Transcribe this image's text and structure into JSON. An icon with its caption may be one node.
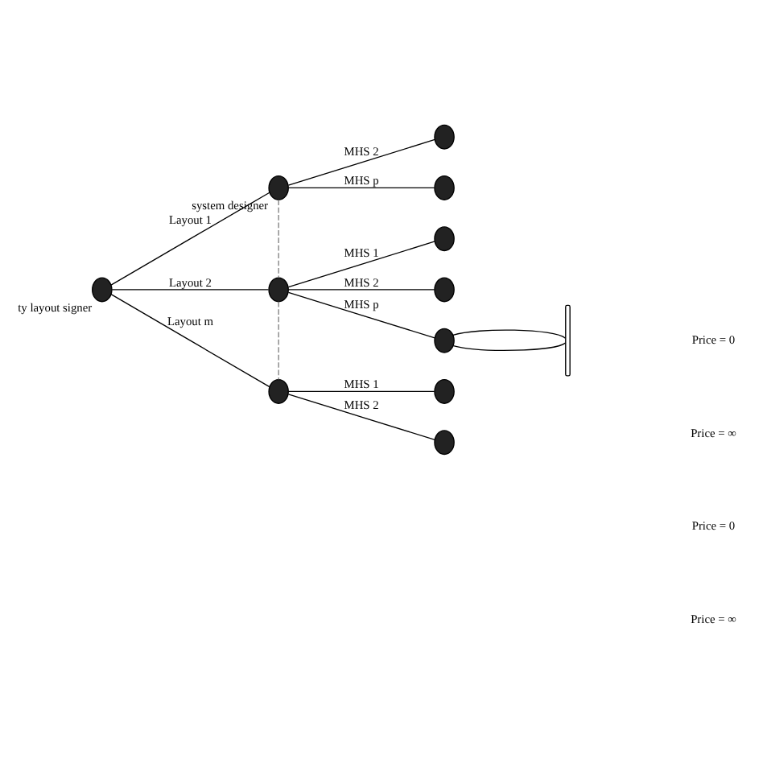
{
  "diagram": {
    "nodes": [
      {
        "text": [],
        "shape": "circle",
        "beside": [
          "ty layout signer"
        ]
      },
      {
        "text": [],
        "shape": "circle",
        "beside": [
          "system designer"
        ]
      },
      {
        "text": [],
        "shape": "circle"
      },
      {
        "text": [],
        "shape": "circle"
      },
      {
        "text": [],
        "shape": "circle"
      },
      {
        "text": [],
        "shape": "circle"
      },
      {
        "text": [],
        "shape": "circle"
      },
      {
        "text": [],
        "shape": "circle"
      },
      {
        "text": [],
        "shape": "circle"
      },
      {
        "text": [],
        "shape": "circle"
      },
      {
        "text": [],
        "shape": "circle"
      },
      {
        "text": [],
        "shape": "arc"
      }
    ],
    "edges": [
      {
        "from": 0,
        "to": 1,
        "arrow": "none",
        "label": "Layout 1"
      },
      {
        "from": 0,
        "to": 2,
        "arrow": "none",
        "label": "Layout 2"
      },
      {
        "from": 0,
        "to": 3,
        "arrow": "none",
        "label": "Layout m"
      },
      {
        "from": 1,
        "to": 2,
        "arrow": "none",
        "style": "dashed",
        "color": "#808080"
      },
      {
        "from": 2,
        "to": 3,
        "arrow": "none",
        "style": "dashed",
        "color": "#808080"
      },
      {
        "from": 1,
        "to": 4,
        "arrow": "none",
        "label": "MHS 2"
      },
      {
        "from": 1,
        "to": 5,
        "arrow": "none",
        "label": "MHS p"
      },
      {
        "from": 2,
        "to": 6,
        "arrow": "none",
        "label": "MHS 1"
      },
      {
        "from": 2,
        "to": 7,
        "arrow": "none",
        "label": "MHS 2"
      },
      {
        "from": 2,
        "to": 8,
        "arrow": "none",
        "label": "MHS p"
      },
      {
        "from": 3,
        "to": 9,
        "arrow": "none",
        "label": "MHS 1"
      },
      {
        "from": 3,
        "to": 10,
        "arrow": "none",
        "label": "MHS 2"
      },
      {
        "from": 8,
        "to": 11,
        "arrow": "none"
      },
      {
        "from": 8,
        "to": 11,
        "arrow": "none"
      }
    ],
    "labels": [
      "Price = 0",
      "Price = ∞",
      "Price = 0",
      "Price = ∞"
    ]
  }
}
